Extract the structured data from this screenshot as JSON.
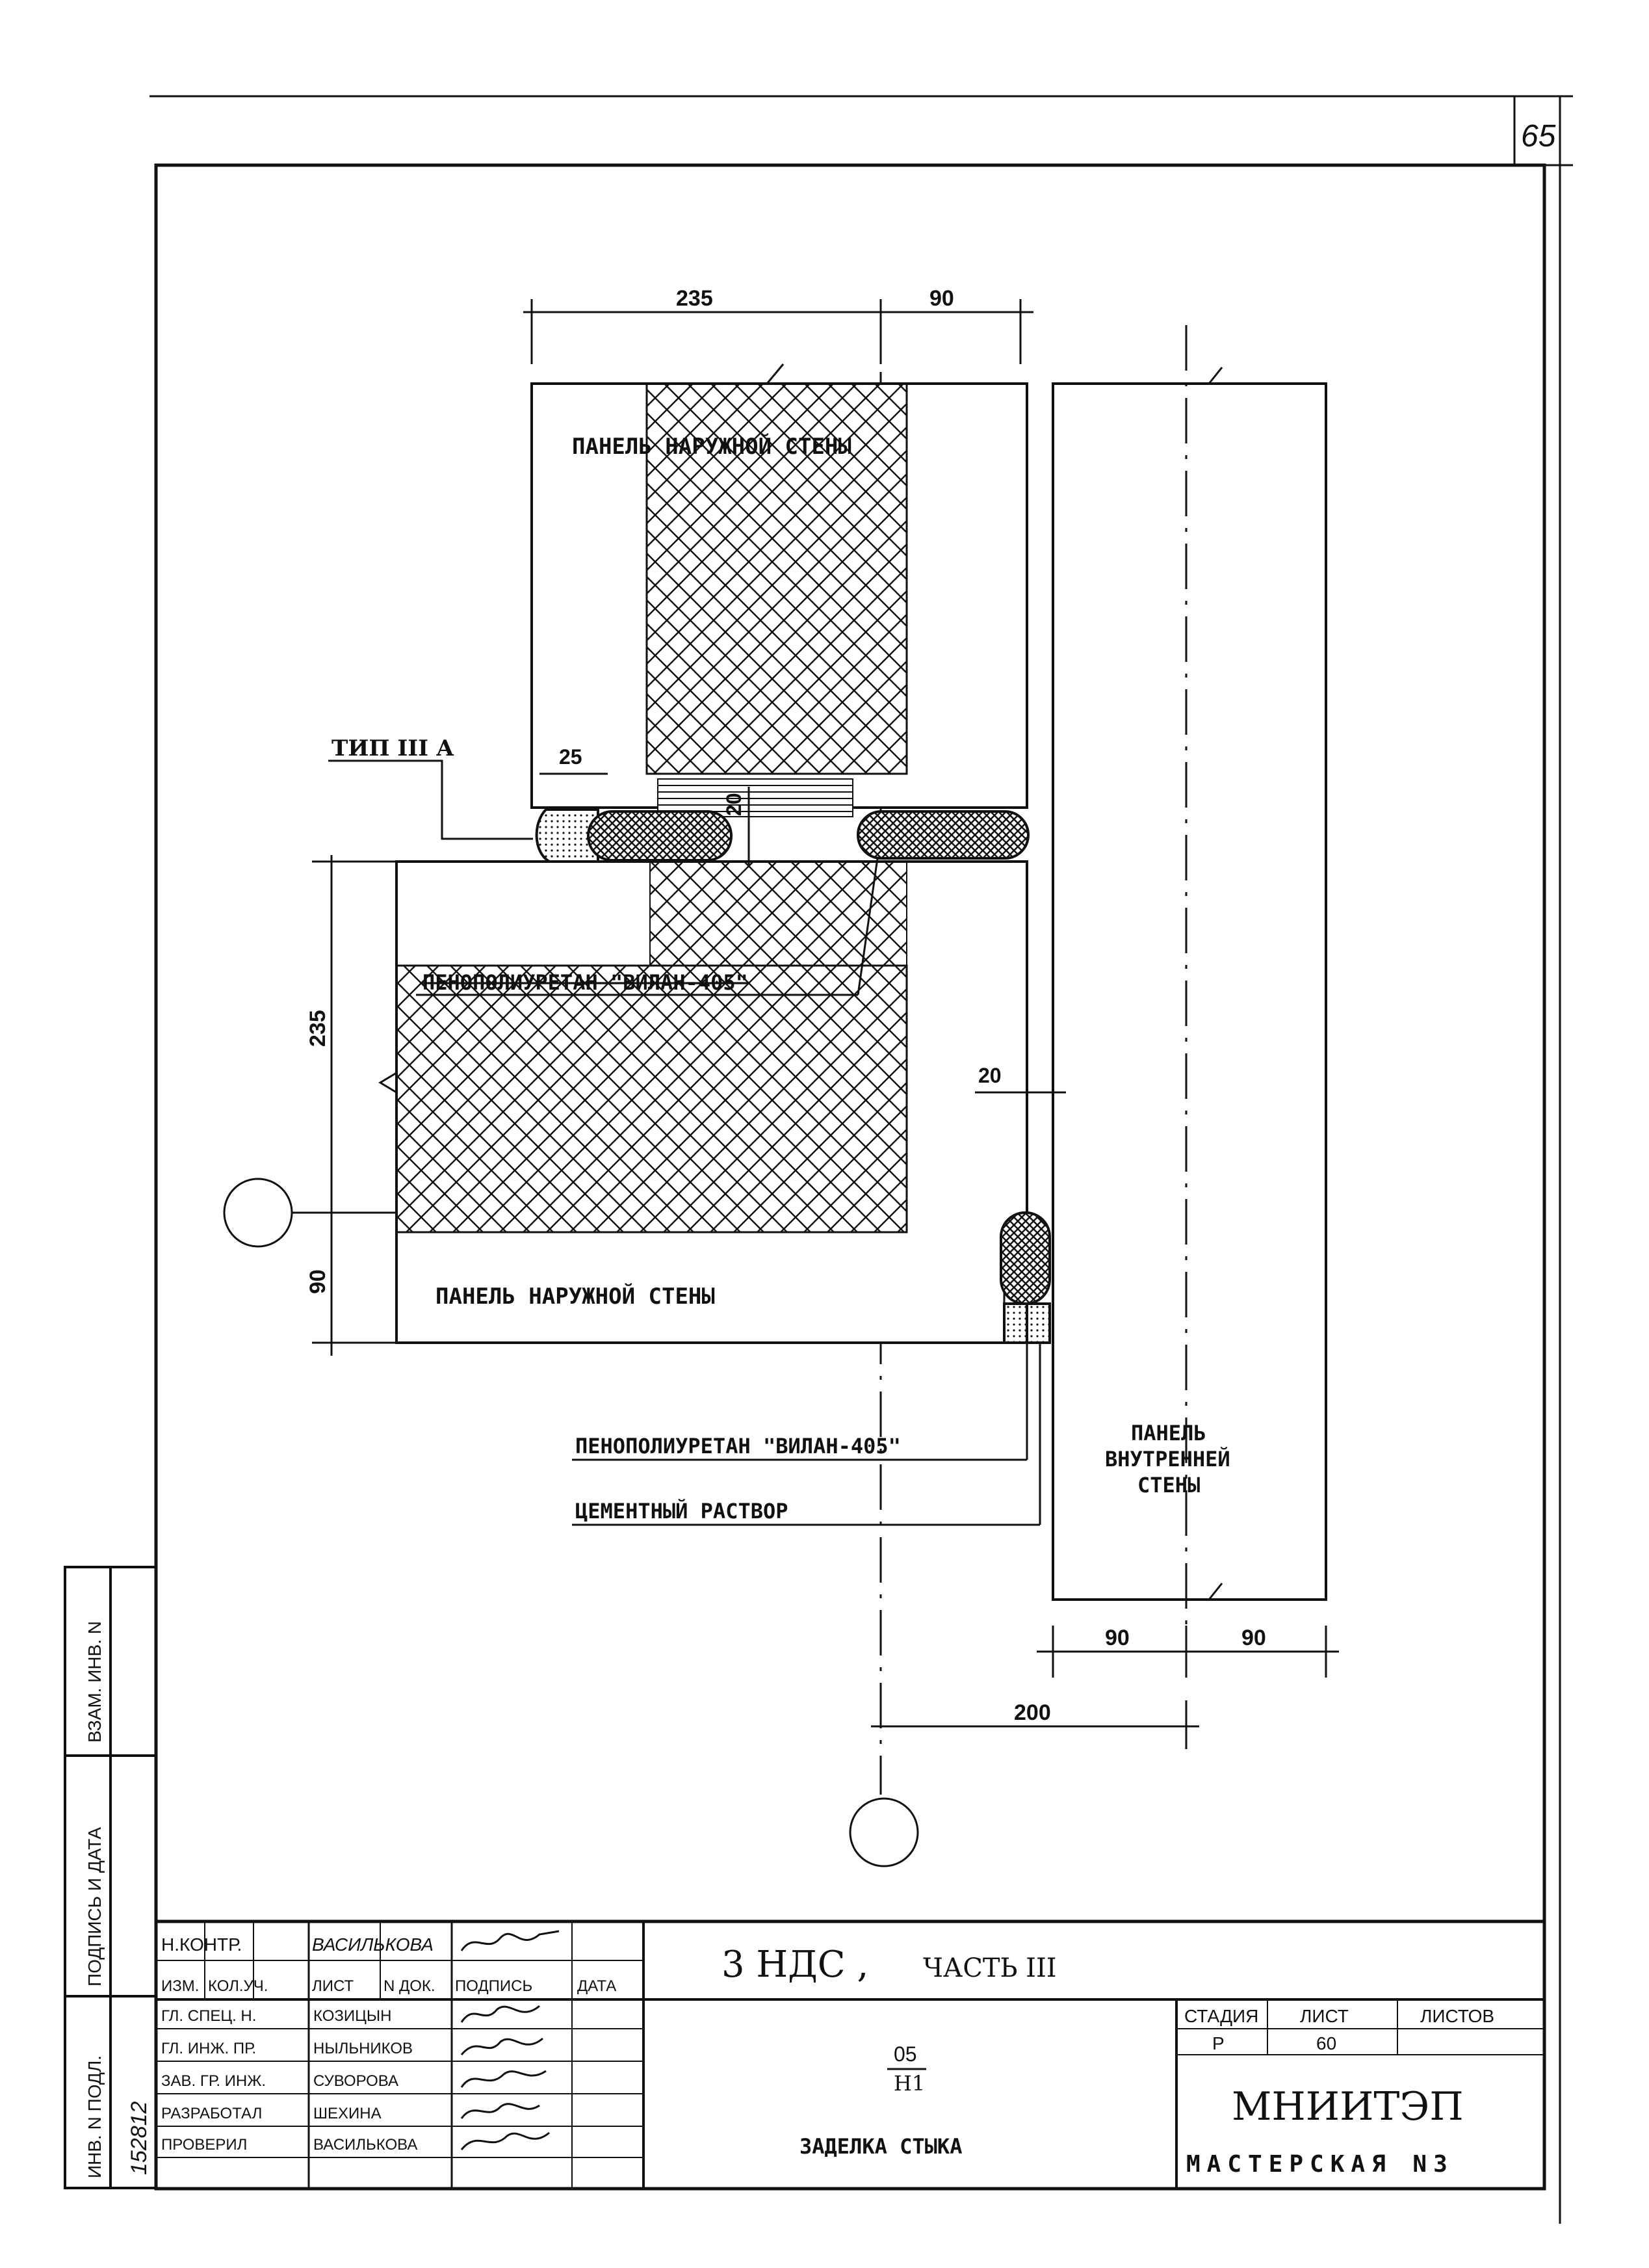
{
  "sheet_number": "65",
  "dimensions": {
    "top_235": "235",
    "top_90": "90",
    "left_235": "235",
    "left_90": "90",
    "gap_25": "25",
    "gap_20_vertical": "20",
    "gap_20_horizontal": "20",
    "bottom_90_a": "90",
    "bottom_90_b": "90",
    "bottom_200": "200"
  },
  "labels": {
    "panel_outer_top": "ПАНЕЛЬ НАРУЖНОЙ СТЕНЫ",
    "panel_outer_bottom": "ПАНЕЛЬ НАРУЖНОЙ СТЕНЫ",
    "type_label": "ТИП III А",
    "foam_upper": "ПЕНОПОЛИУРЕТАН \"ВИЛАН-405\"",
    "foam_lower": "ПЕНОПОЛИУРЕТАН \"ВИЛАН-405\"",
    "cement": "ЦЕМЕНТНЫЙ РАСТВОР",
    "inner_panel": [
      "ПАНЕЛЬ",
      "ВНУТРЕННЕЙ",
      "СТЕНЫ"
    ]
  },
  "side_stamp": {
    "vzam": "ВЗАМ. ИНВ. N",
    "podpis": "ПОДПИСЬ И ДАТА",
    "inv": "ИНВ. N ПОДЛ.",
    "inv_value": "152812"
  },
  "title_block": {
    "project": "3 НДС ,",
    "part": "ЧАСТЬ III",
    "drawing_code_top": "05",
    "drawing_code_bottom": "Н1",
    "drawing_name": "ЗАДЕЛКА СТЫКА",
    "org": "МНИИТЭП",
    "workshop": "МАСТЕРСКАЯ N3",
    "stage_header": "СТАДИЯ",
    "sheet_header": "ЛИСТ",
    "sheets_header": "ЛИСТОВ",
    "stage_value": "Р",
    "sheet_value": "60",
    "sheets_value": "",
    "norm_control_role": "Н.КОНТР.",
    "norm_control_name": "ВАСИЛЬКОВА",
    "col_izm": "ИЗМ.",
    "col_kol": "КОЛ.УЧ.",
    "col_list": "ЛИСТ",
    "col_doc": "N ДОК.",
    "col_sign": "ПОДПИСЬ",
    "col_date": "ДАТА",
    "staff": [
      {
        "role": "ГЛ. СПЕЦ. Н.",
        "name": "КОЗИЦЫН"
      },
      {
        "role": "ГЛ. ИНЖ. ПР.",
        "name": "НЫЛЬНИКОВ"
      },
      {
        "role": "ЗАВ. ГР. ИНЖ.",
        "name": "СУВОРОВА"
      },
      {
        "role": "РАЗРАБОТАЛ",
        "name": "ШЕХИНА"
      },
      {
        "role": "ПРОВЕРИЛ",
        "name": "ВАСИЛЬКОВА"
      }
    ]
  }
}
